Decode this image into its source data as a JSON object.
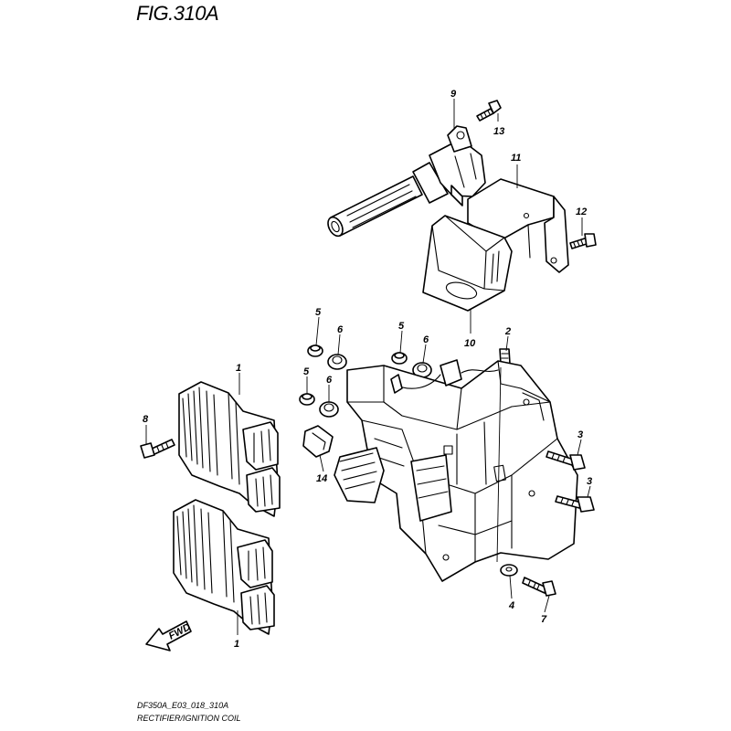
{
  "figure": {
    "title": "FIG.310A",
    "code": "DF350A_E03_018_310A",
    "name": "RECTIFIER/IGNITION COIL"
  },
  "fwd_label": "FWD",
  "callouts": [
    {
      "id": "c1a",
      "num": "1"
    },
    {
      "id": "c1b",
      "num": "1"
    },
    {
      "id": "c2",
      "num": "2"
    },
    {
      "id": "c3a",
      "num": "3"
    },
    {
      "id": "c3b",
      "num": "3"
    },
    {
      "id": "c4",
      "num": "4"
    },
    {
      "id": "c5a",
      "num": "5"
    },
    {
      "id": "c5b",
      "num": "5"
    },
    {
      "id": "c5c",
      "num": "5"
    },
    {
      "id": "c6a",
      "num": "6"
    },
    {
      "id": "c6b",
      "num": "6"
    },
    {
      "id": "c6c",
      "num": "6"
    },
    {
      "id": "c7",
      "num": "7"
    },
    {
      "id": "c8",
      "num": "8"
    },
    {
      "id": "c9",
      "num": "9"
    },
    {
      "id": "c10",
      "num": "10"
    },
    {
      "id": "c11",
      "num": "11"
    },
    {
      "id": "c12",
      "num": "12"
    },
    {
      "id": "c13",
      "num": "13"
    },
    {
      "id": "c14",
      "num": "14"
    }
  ]
}
